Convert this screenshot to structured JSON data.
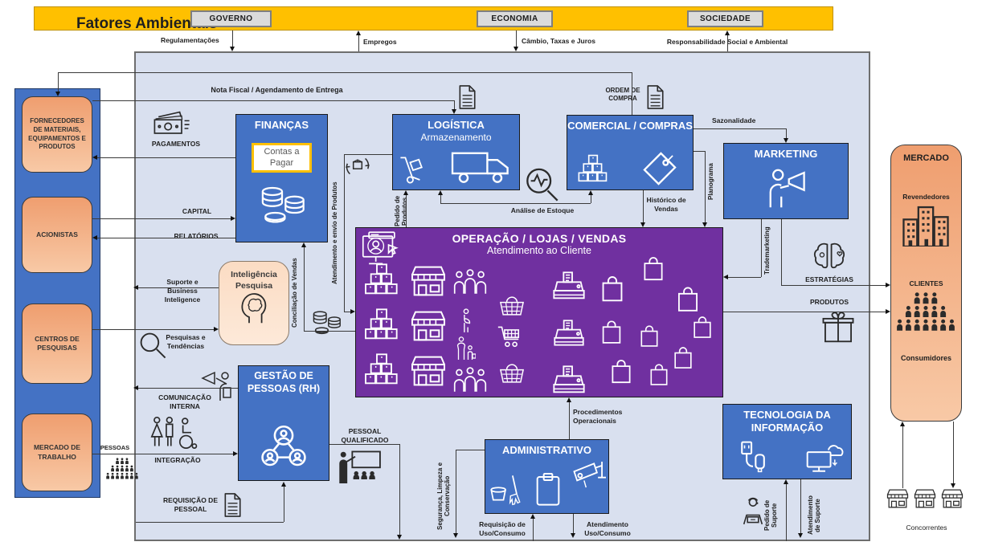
{
  "title": "Fatores Ambientais",
  "environment": {
    "factors": [
      "GOVERNO",
      "ECONOMIA",
      "SOCIEDADE"
    ],
    "flows": {
      "regulamentacoes": "Regulamentações",
      "empregos": "Empregos",
      "cambio": "Câmbio, Taxas e Juros",
      "responsabilidade": "Responsabilidade Social e Ambiental"
    }
  },
  "external": {
    "fornecedores": "FORNECEDORES DE MATERIAIS, EQUIPAMENTOS E PRODUTOS",
    "acionistas": "ACIONISTAS",
    "centros_pesquisas": "CENTROS DE PESQUISAS",
    "mercado_trabalho": "MERCADO DE TRABALHO",
    "mercado": {
      "title": "MERCADO",
      "revendedores": "Revendedores",
      "clientes": "CLIENTES",
      "consumidores": "Consumidores"
    },
    "concorrentes": "Concorrentes"
  },
  "departments": {
    "financas": {
      "title": "FINANÇAS",
      "card": "Contas a Pagar"
    },
    "logistica": {
      "title": "LOGÍSTICA",
      "subtitle": "Armazenamento"
    },
    "comercial": {
      "title": "COMERCIAL / COMPRAS"
    },
    "marketing": {
      "title": "MARKETING"
    },
    "operacao": {
      "title": "OPERAÇÃO / LOJAS / VENDAS",
      "subtitle": "Atendimento ao Cliente"
    },
    "inteligencia": {
      "title": "Inteligência Pesquisa"
    },
    "gestao_pessoas": {
      "title": "GESTÃO DE PESSOAS (RH)"
    },
    "administrativo": {
      "title": "ADMINISTRATIVO"
    },
    "ti": {
      "title": "TECNOLOGIA DA INFORMAÇÃO"
    }
  },
  "flows": {
    "nota_fiscal": "Nota Fiscal / Agendamento de Entrega",
    "ordem_compra": "ORDEM DE COMPRA",
    "pagamentos": "PAGAMENTOS",
    "capital": "CAPITAL",
    "relatorios": "RELATÓRIOS",
    "suporte_bi": "Suporte e Business Inteligence",
    "pesquisas_tendencias": "Pesquisas e Tendências",
    "sazonalidade": "Sazonalidade",
    "analise_estoque": "Análise de Estoque",
    "historico_vendas": "Histórico de Vendas",
    "planograma": "Planograma",
    "trademarketing": "Trademarketing",
    "estrategias": "ESTRATÉGIAS",
    "produtos": "PRODUTOS",
    "atendimento_envio": "Atendimento e envio de Produtos",
    "pedido_produtos": "Pedido de Produtos",
    "conciliacao_vendas": "Conciliação de Vendas",
    "comunicacao_interna": "COMUNICAÇÃO INTERNA",
    "integracao": "INTEGRAÇÃO",
    "pessoas": "PESSOAS",
    "requisicao_pessoal": "REQUISIÇÃO DE PESSOAL",
    "pessoal_qualificado": "PESSOAL QUALIFICADO",
    "procedimentos": "Procedimentos Operacionais",
    "seguranca": "Segurança, Limpeza e Conservação",
    "requisicao_uso": "Requisição de Uso/Consumo",
    "atendimento_uso": "Atendimento Uso/Consumo",
    "pedido_suporte": "Pedido de Suporte",
    "atendimento_suporte": "Atendimento de Suporte"
  },
  "colors": {
    "env_bar": "#FFC000",
    "department_blue": "#4472C4",
    "operations_purple": "#7030A0",
    "external_orange": "#F4B183",
    "container_bg": "#D9E0EF"
  }
}
